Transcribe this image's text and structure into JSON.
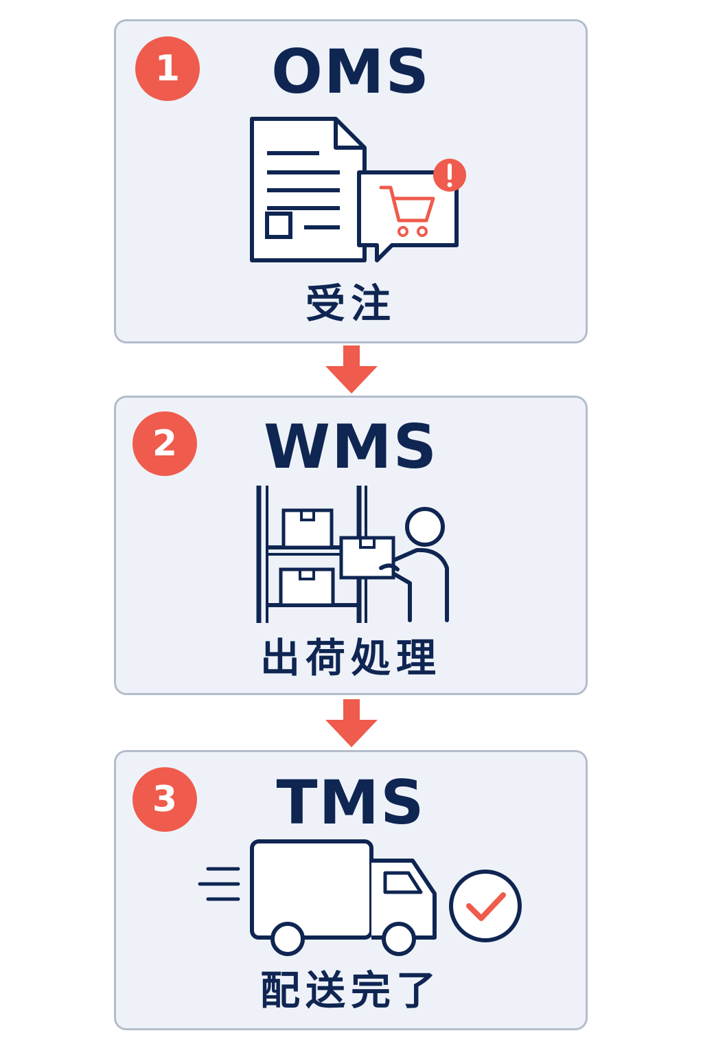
{
  "colors": {
    "accent": "#ef5b4c",
    "navy": "#0f2552",
    "card_bg": "#eef2f8",
    "card_border": "#b3bccb"
  },
  "steps": [
    {
      "number": "1",
      "title": "OMS",
      "label": "受注",
      "icon": "order-document-cart-icon"
    },
    {
      "number": "2",
      "title": "WMS",
      "label": "出荷処理",
      "icon": "warehouse-worker-icon"
    },
    {
      "number": "3",
      "title": "TMS",
      "label": "配送完了",
      "icon": "delivery-truck-check-icon"
    }
  ],
  "connectors": [
    "arrow-down-icon",
    "arrow-down-icon"
  ]
}
